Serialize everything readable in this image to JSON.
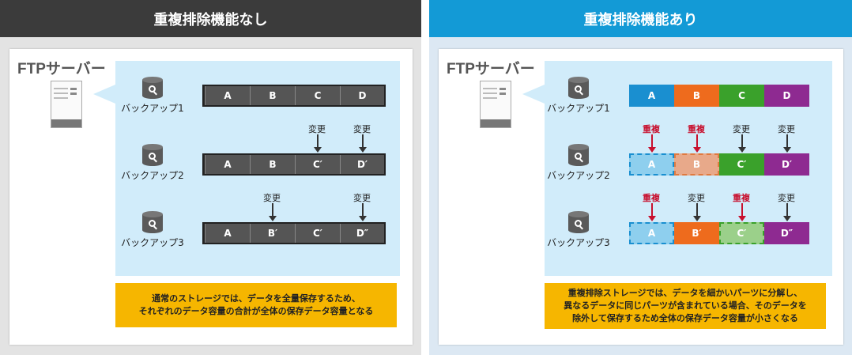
{
  "left": {
    "title": "重複排除機能なし",
    "ftp_label": "FTPサーバー",
    "backups": [
      "バックアップ1",
      "バックアップ2",
      "バックアップ3"
    ],
    "rows": [
      [
        "A",
        "B",
        "C",
        "D"
      ],
      [
        "A",
        "B",
        "C′",
        "D′"
      ],
      [
        "A",
        "B′",
        "C′",
        "D″"
      ]
    ],
    "change_label": "変更",
    "note_lines": [
      "通常のストレージでは、データを全量保存するため、",
      "それぞれのデータ容量の合計が全体の保存データ容量となる"
    ]
  },
  "right": {
    "title": "重複排除機能あり",
    "ftp_label": "FTPサーバー",
    "backups": [
      "バックアップ1",
      "バックアップ2",
      "バックアップ3"
    ],
    "rows": [
      [
        "A",
        "B",
        "C",
        "D"
      ],
      [
        "A",
        "B",
        "C′",
        "D′"
      ],
      [
        "A",
        "B′",
        "C′",
        "D″"
      ]
    ],
    "change_label": "変更",
    "dup_label": "重複",
    "note_lines": [
      "重複排除ストレージでは、データを細かいパーツに分解し、",
      "異なるデータに同じパーツが含まれている場合、そのデータを",
      "除外して保存するため全体の保存データ容量が小さくなる"
    ]
  },
  "colors": {
    "A": "#1a8fd0",
    "B": "#ee6b1d",
    "C": "#3aa12b",
    "D": "#8e2a91",
    "A_light": "#8ecfee",
    "B_light": "#e8a98a",
    "C_light": "#9bd08a"
  }
}
